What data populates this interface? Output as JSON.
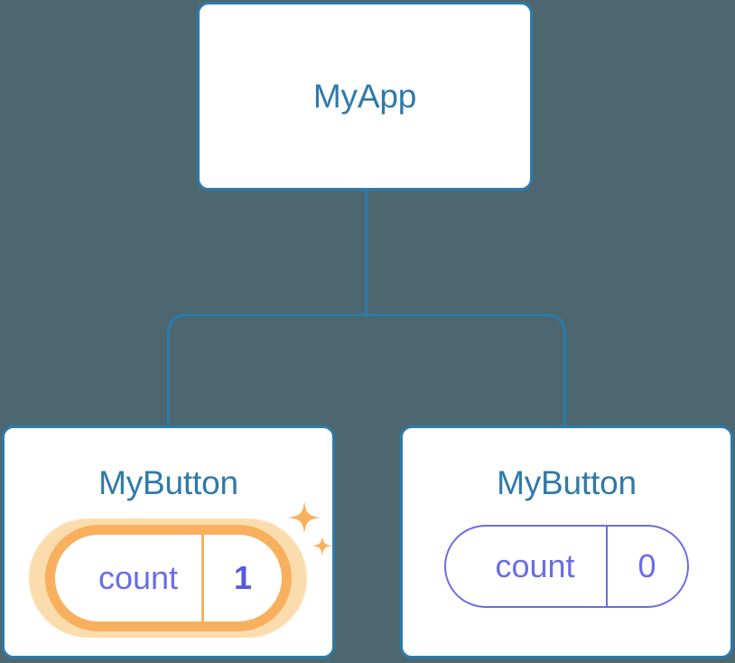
{
  "diagram": {
    "kind": "component-tree",
    "background_color": "#4c6770",
    "connector_color": "#2d7bab",
    "card_border_color": "#2d7bab",
    "title_color": "#2f7aa8",
    "state_color": "#6a6de6",
    "highlight_color": "#f8b05f",
    "highlight_glow_color": "#fbdcad",
    "highlight_value_color": "#5659e2"
  },
  "root": {
    "title": "MyApp"
  },
  "children": [
    {
      "title": "MyButton",
      "state": {
        "key": "count",
        "value": "1"
      },
      "highlighted": true,
      "sparkle_icon_large": "sparkle-icon",
      "sparkle_icon_small": "sparkle-icon"
    },
    {
      "title": "MyButton",
      "state": {
        "key": "count",
        "value": "0"
      },
      "highlighted": false
    }
  ]
}
